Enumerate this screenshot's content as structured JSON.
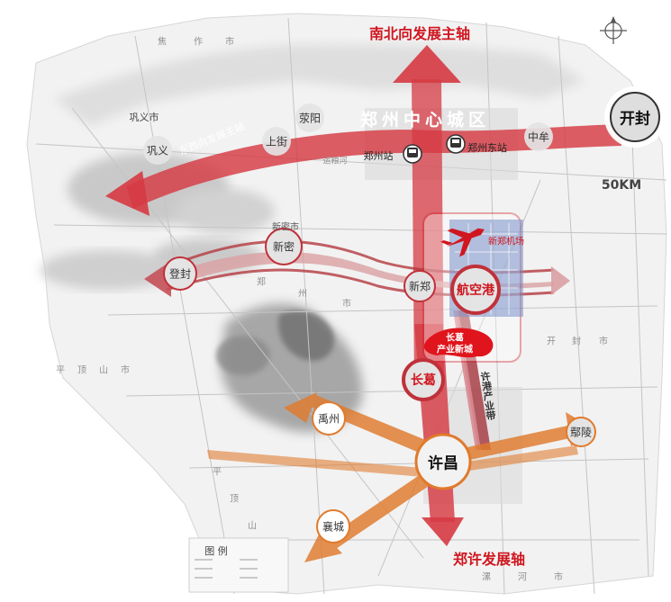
{
  "axes": {
    "north_south": "南北向发展主轴",
    "east_west": "东西向发展主轴",
    "zhengxu": "郑许发展轴",
    "industry_belt": "许港产业带"
  },
  "center_title": "郑州中心城区",
  "nodes": {
    "gongyi": "巩义",
    "gongyi_city": "巩义市",
    "xingyang": "荥阳",
    "shangjie": "上街",
    "zhongmou": "中牟",
    "kaifeng": "开封",
    "xinmi": "新密",
    "xinmi_city": "新密市",
    "dengfeng": "登封",
    "xinzheng": "新郑",
    "hangkonggang": "航空港",
    "changge": "长葛",
    "yuzhou": "禹州",
    "xuchang": "许昌",
    "yanling": "鄢陵",
    "xiangcheng": "襄城"
  },
  "stations": {
    "zhengzhou": "郑州站",
    "zhengzhou_east": "郑州东站"
  },
  "airport": "新郑机场",
  "changge_newtown_line1": "长葛",
  "changge_newtown_line2": "产业新城",
  "scale": "50KM",
  "faint_labels": {
    "jiao": "焦",
    "zuo": "作",
    "shi": "市",
    "zheng": "郑",
    "zhou": "州",
    "shi2": "市",
    "kai": "开",
    "feng": "封",
    "shi3": "市",
    "pingdingshan": "平顶山市",
    "ping": "平",
    "ding": "顶",
    "shan": "山",
    "ta": "漯",
    "he": "河",
    "shi4": "市",
    "legend": "图  例",
    "yunliang": "运粮河"
  },
  "colors": {
    "red_axis": "#d63a43",
    "orange_axis": "#e07a2c",
    "node_fill": "#e4e4e4",
    "accent_red": "#d0161f",
    "airport_block": "#7a8fc9"
  }
}
